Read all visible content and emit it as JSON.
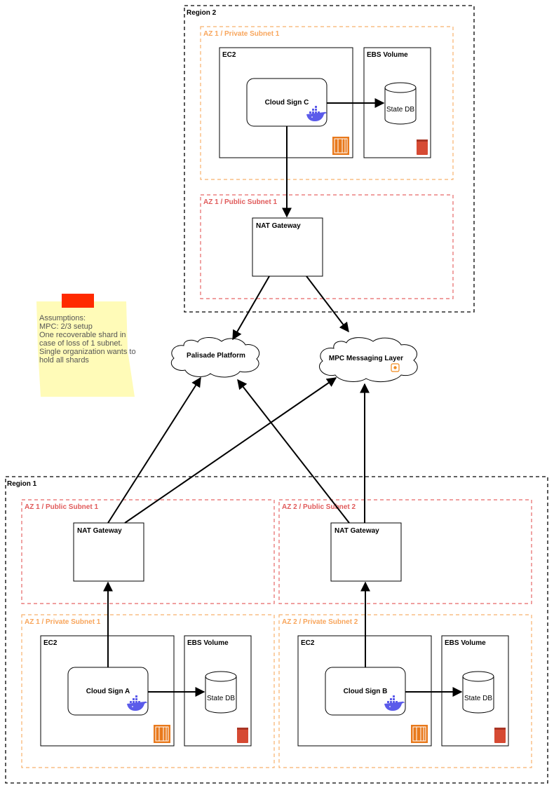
{
  "regions": {
    "region2": "Region 2",
    "region1": "Region 1"
  },
  "subnets": {
    "r2_priv": "AZ 1 / Private Subnet 1",
    "r2_pub": "AZ 1 / Public Subnet 1",
    "r1_pub1": "AZ 1 / Public Subnet 1",
    "r1_pub2": "AZ 2 / Public Subnet 2",
    "r1_priv1": "AZ 1 / Private Subnet 1",
    "r1_priv2": "AZ 2 / Private Subnet 2"
  },
  "nodes": {
    "ec2": "EC2",
    "ebs": "EBS Volume",
    "nat": "NAT Gateway",
    "state_db": "State DB",
    "cloud_sign_a": "Cloud Sign A",
    "cloud_sign_b": "Cloud Sign B",
    "cloud_sign_c": "Cloud Sign C",
    "palisade": "Palisade Platform",
    "mpc": "MPC Messaging Layer"
  },
  "note": {
    "lines": [
      "Assumptions:",
      "MPC: 2/3 setup",
      "One recoverable shard in",
      "case of loss of 1 subnet.",
      "Single organization wants to",
      "hold all shards"
    ],
    "color": "#FFFBB8",
    "pin_color": "#FF2A00"
  },
  "colors": {
    "private_subnet": "#F8B16C",
    "public_subnet": "#E66666",
    "ec2_icon": "#E8791C",
    "ebs_icon": "#D64A33",
    "docker_icon": "#5B5BEA"
  },
  "icons": [
    "ec2-icon",
    "ebs-icon",
    "docker-icon",
    "mpc-icon"
  ]
}
